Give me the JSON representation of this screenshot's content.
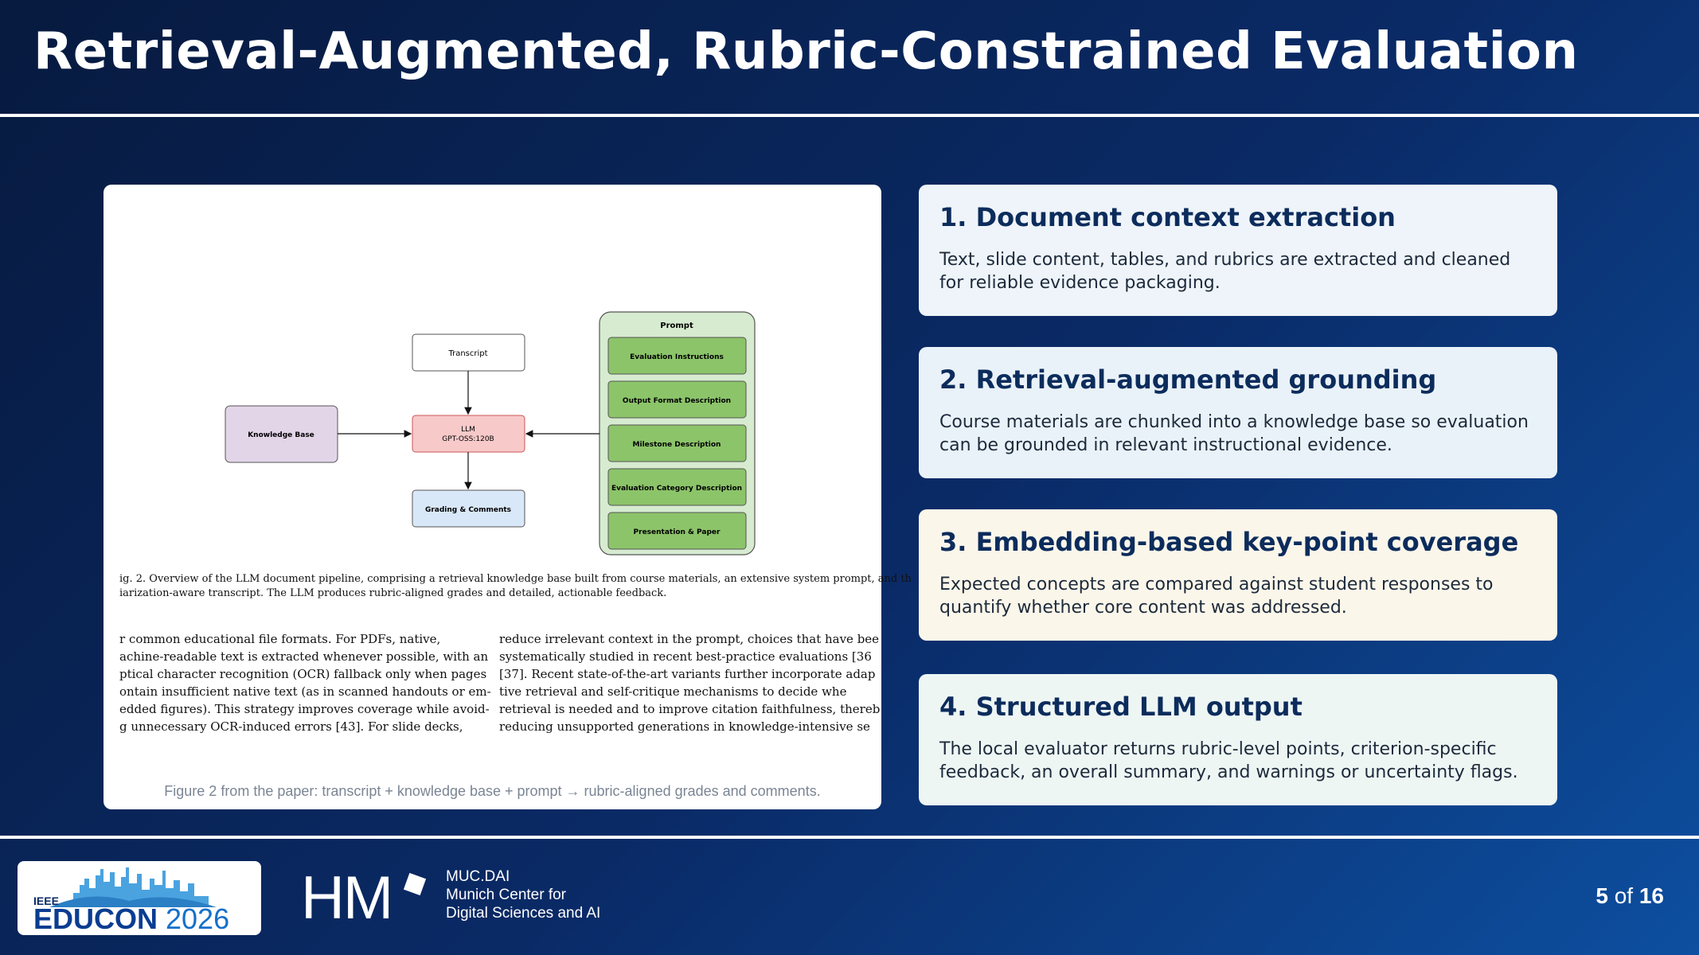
{
  "slide": {
    "title": "Retrieval-Augmented, Rubric-Constrained Evaluation",
    "page_current": "5",
    "page_of": "of",
    "page_total": "16"
  },
  "figure": {
    "diagram": {
      "transcript": "Transcript",
      "knowledge_base": "Knowledge Base",
      "llm_line1": "LLM",
      "llm_line2": "GPT-OSS:120B",
      "grading": "Grading & Comments",
      "prompt_title": "Prompt",
      "prompt_items": [
        "Evaluation Instructions",
        "Output Format Description",
        "Milestone Description",
        "Evaluation Category Description",
        "Presentation & Paper"
      ]
    },
    "paper_caption_line1": "ig. 2.  Overview of the LLM document pipeline, comprising a retrieval knowledge base built from course materials, an extensive system prompt, and th",
    "paper_caption_line2": "iarization-aware transcript. The LLM produces rubric-aligned grades and detailed, actionable feedback.",
    "left_column": [
      "r common educational file formats. For PDFs, native,",
      "achine-readable text is extracted whenever possible, with an",
      "ptical character recognition (OCR) fallback only when pages",
      "ontain insufficient native text (as in scanned handouts or em-",
      "edded figures). This strategy improves coverage while avoid-",
      "g unnecessary OCR-induced errors [43]. For slide decks,"
    ],
    "right_column": [
      "reduce irrelevant context in the prompt, choices that have bee",
      "systematically studied in recent best-practice evaluations [36",
      "[37]. Recent state-of-the-art variants further incorporate adap",
      "tive retrieval and self-critique mechanisms to decide whe",
      "retrieval is needed and to improve citation faithfulness, thereb",
      "reducing unsupported generations in knowledge-intensive se"
    ],
    "caption": "Figure 2 from the paper: transcript + knowledge base + prompt → rubric-aligned grades and comments."
  },
  "steps": [
    {
      "title": "1. Document context extraction",
      "body": "Text, slide content, tables, and rubrics are extracted and cleaned for reliable evidence packaging."
    },
    {
      "title": "2. Retrieval-augmented grounding",
      "body": "Course materials are chunked into a knowledge base so evaluation can be grounded in relevant instructional evidence."
    },
    {
      "title": "3. Embedding-based key-point coverage",
      "body": "Expected concepts are compared against student responses to quantify whether core content was addressed."
    },
    {
      "title": "4. Structured LLM output",
      "body": "The local evaluator returns rubric-level points, criterion-specific feedback, an overall summary, and warnings or uncertainty flags."
    }
  ],
  "colors": {
    "card1": "#eef4f9",
    "card2": "#e9f2f8",
    "card3": "#fbf6ea",
    "card4": "#eef6f4",
    "knowledge_base_fill": "#e3d5e8",
    "llm_fill": "#f7c9c9",
    "grading_fill": "#d9e8f8",
    "prompt_fill": "#d6ebd0",
    "prompt_item_fill": "#8cc46a"
  },
  "footer": {
    "educon_ieee": "IEEE",
    "educon_name": "EDUCON",
    "educon_year": "2026",
    "hm_logo": "HM",
    "hm_lines": [
      "MUC.DAI",
      "Munich Center for",
      "Digital Sciences and AI"
    ]
  }
}
